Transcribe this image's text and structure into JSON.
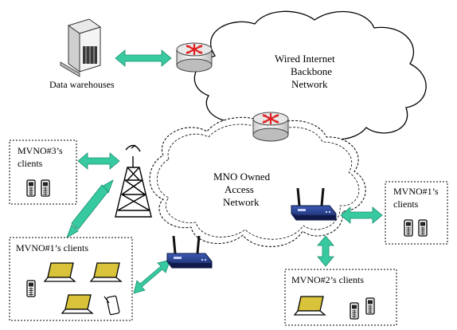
{
  "labels": {
    "data_warehouses": "Data warehouses",
    "backbone_line1": "Wired Internet",
    "backbone_line2": "Backbone",
    "backbone_line3": "Network",
    "access_line1": "MNO Owned",
    "access_line2": "Access",
    "access_line3": "Network",
    "mvno3_line1": "MVNO#3’s",
    "mvno3_line2": "clients",
    "mvno1_right_line1": "MVNO#1’s",
    "mvno1_right_line2": "clients",
    "mvno1_left": "MVNO#1’s clients",
    "mvno2": "MVNO#2’s clients"
  },
  "colors": {
    "arrow": "#37c9a0",
    "arrow_stroke": "#1a8f6e",
    "router_arrow": "#e02020",
    "laptop_screen": "#d9c33a",
    "ap_body": "#1f2f7a"
  }
}
